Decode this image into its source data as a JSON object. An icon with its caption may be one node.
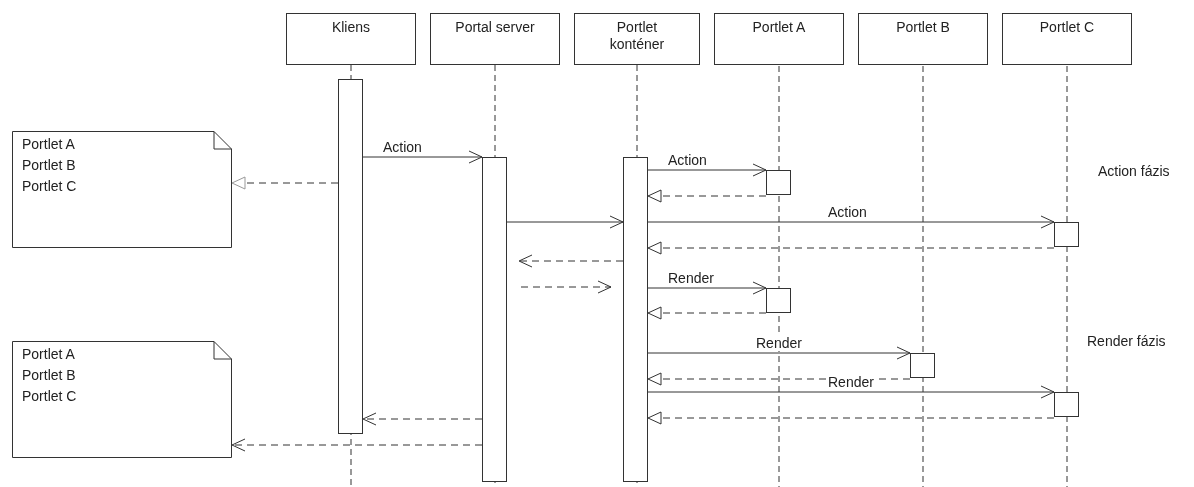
{
  "diagram": {
    "nodes": [
      {
        "text": [
          "Kliens"
        ]
      },
      {
        "text": [
          "Portal server"
        ]
      },
      {
        "text": [
          "Portlet konténer"
        ]
      },
      {
        "text": [
          "Portlet A"
        ]
      },
      {
        "text": [
          "Portlet B"
        ]
      },
      {
        "text": [
          "Portlet C"
        ]
      },
      {
        "text": [
          "Portlet A",
          "Portlet B",
          "Portlet C"
        ]
      },
      {
        "text": [
          "Portlet A",
          "Portlet B",
          "Portlet C"
        ]
      },
      {
        "text": [],
        "shape": "bar"
      },
      {
        "text": [],
        "shape": "bar"
      },
      {
        "text": [],
        "shape": "bar"
      },
      {
        "text": [],
        "shape": "bar"
      },
      {
        "text": [],
        "shape": "bar"
      },
      {
        "text": [],
        "shape": "bar"
      },
      {
        "text": [],
        "shape": "bar"
      },
      {
        "text": [],
        "shape": "bar"
      }
    ],
    "edges": [
      {
        "from": 8,
        "to": 9,
        "arrow": "to",
        "label": "Action"
      },
      {
        "from": 8,
        "to": 6,
        "arrow": "to",
        "style": "dashed"
      },
      {
        "from": 10,
        "to": 11,
        "arrow": "to",
        "label": "Action"
      },
      {
        "from": 11,
        "to": 10,
        "arrow": "to",
        "style": "dashed"
      },
      {
        "from": 9,
        "to": 10,
        "arrow": "to"
      },
      {
        "from": 10,
        "to": 12,
        "arrow": "to",
        "label": "Action"
      },
      {
        "from": 12,
        "to": 10,
        "arrow": "to",
        "style": "dashed"
      },
      {
        "from": 10,
        "to": 9,
        "arrow": "to",
        "style": "dashed"
      },
      {
        "from": 9,
        "to": 10,
        "arrow": "to",
        "style": "dashed"
      },
      {
        "from": 10,
        "to": 13,
        "arrow": "to",
        "label": "Render"
      },
      {
        "from": 13,
        "to": 10,
        "arrow": "to",
        "style": "dashed"
      },
      {
        "from": 10,
        "to": 14,
        "arrow": "to",
        "label": "Render"
      },
      {
        "from": 14,
        "to": 10,
        "arrow": "to",
        "style": "dashed"
      },
      {
        "from": 10,
        "to": 15,
        "arrow": "to",
        "label": "Render"
      },
      {
        "from": 15,
        "to": 10,
        "arrow": "to",
        "style": "dashed"
      },
      {
        "from": 9,
        "to": 8,
        "arrow": "to",
        "style": "dashed"
      },
      {
        "from": 9,
        "to": 7,
        "arrow": "to",
        "style": "dashed"
      },
      {
        "from": 0,
        "to": 8,
        "arrow": "none",
        "style": "dashed"
      },
      {
        "from": 1,
        "to": 9,
        "arrow": "none",
        "style": "dashed"
      },
      {
        "from": 2,
        "to": 10,
        "arrow": "none",
        "style": "dashed"
      }
    ],
    "labels": [
      "Action fázis",
      "Render fázis"
    ]
  }
}
